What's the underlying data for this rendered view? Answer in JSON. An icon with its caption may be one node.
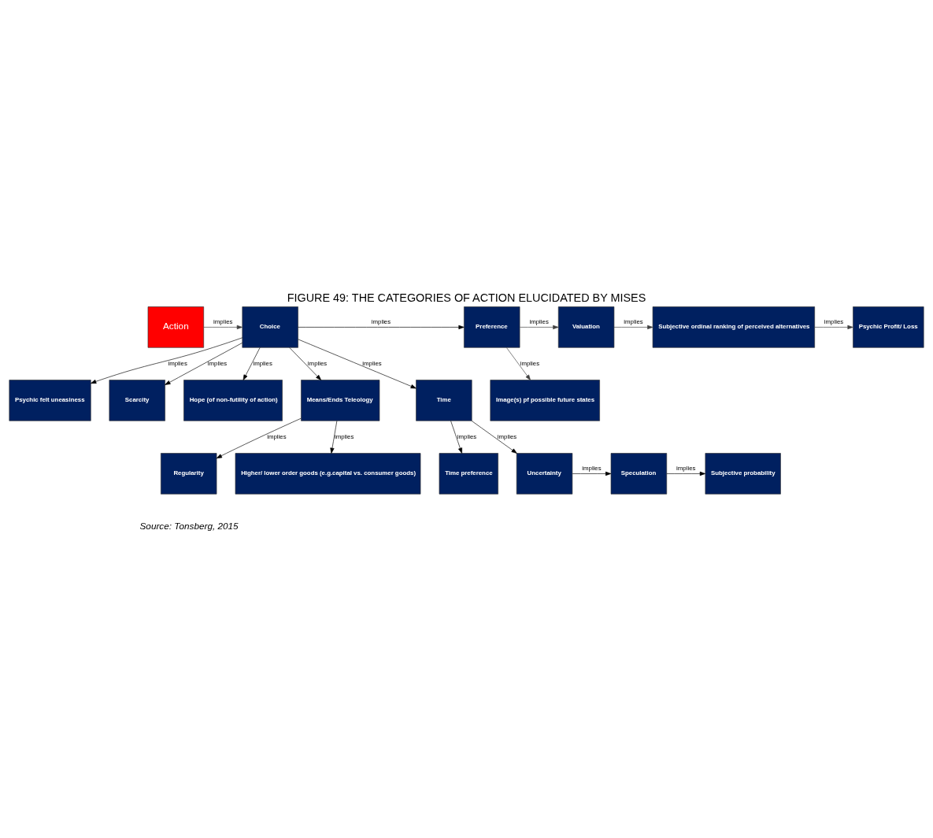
{
  "diagram": {
    "title": "FIGURE 49: THE CATEGORIES OF ACTION ELUCIDATED BY MISES",
    "caption": "Source: Tonsberg, 2015",
    "nodes": [
      {
        "text": [
          "Action"
        ]
      },
      {
        "text": [
          "Choice"
        ]
      },
      {
        "text": [
          "Psychic felt uneasiness"
        ]
      },
      {
        "text": [
          "Scarcity"
        ]
      },
      {
        "text": [
          "Image(s) pf possible future states"
        ]
      },
      {
        "text": [
          "Preference"
        ]
      },
      {
        "text": [
          "Valuation"
        ]
      },
      {
        "text": [
          "Subjective ordinal ranking of perceived alternatives"
        ]
      },
      {
        "text": [
          "Psychic Profit/ Loss"
        ]
      },
      {
        "text": [
          "Hope (of non-futility of action)"
        ]
      },
      {
        "text": [
          "Means/Ends Teleology"
        ]
      },
      {
        "text": [
          "Regularity"
        ]
      },
      {
        "text": [
          "Time"
        ]
      },
      {
        "text": [
          "Higher/ lower order goods (e.g.capital vs. consumer goods)"
        ]
      },
      {
        "text": [
          "Time preference"
        ]
      },
      {
        "text": [
          "Uncertainty"
        ]
      },
      {
        "text": [
          "Speculation"
        ]
      },
      {
        "text": [
          "Subjective probability"
        ]
      }
    ],
    "edges": [
      {
        "from": 0,
        "to": 1,
        "arrow": "to",
        "label": "implies",
        "color": "#404040"
      },
      {
        "from": 1,
        "to": 2,
        "arrow": "to",
        "label": "implies"
      },
      {
        "from": 1,
        "to": 3,
        "arrow": "to",
        "label": "implies"
      },
      {
        "from": 1,
        "to": 5,
        "arrow": "to",
        "label": "implies"
      },
      {
        "from": 5,
        "to": 4,
        "arrow": "to",
        "label": "implies",
        "color": "#404040"
      },
      {
        "from": 5,
        "to": 6,
        "arrow": "to",
        "label": "implies",
        "color": "#404040"
      },
      {
        "from": 6,
        "to": 7,
        "arrow": "to",
        "label": "implies",
        "color": "#404040"
      },
      {
        "from": 7,
        "to": 8,
        "arrow": "to",
        "label": "implies",
        "color": "#404040"
      },
      {
        "from": 1,
        "to": 9,
        "arrow": "to",
        "label": "implies"
      },
      {
        "from": 1,
        "to": 10,
        "arrow": "to",
        "label": "implies"
      },
      {
        "from": 1,
        "to": 12,
        "arrow": "to",
        "label": "implies"
      },
      {
        "from": 10,
        "to": 11,
        "arrow": "to",
        "label": "implies"
      },
      {
        "from": 10,
        "to": 13,
        "arrow": "to",
        "label": "implies"
      },
      {
        "from": 12,
        "to": 14,
        "arrow": "to",
        "label": "implies"
      },
      {
        "from": 12,
        "to": 15,
        "arrow": "to",
        "label": "implies"
      },
      {
        "from": 15,
        "to": 16,
        "arrow": "to",
        "label": "implies"
      },
      {
        "from": 16,
        "to": 17,
        "arrow": "to",
        "label": "implies"
      }
    ]
  }
}
